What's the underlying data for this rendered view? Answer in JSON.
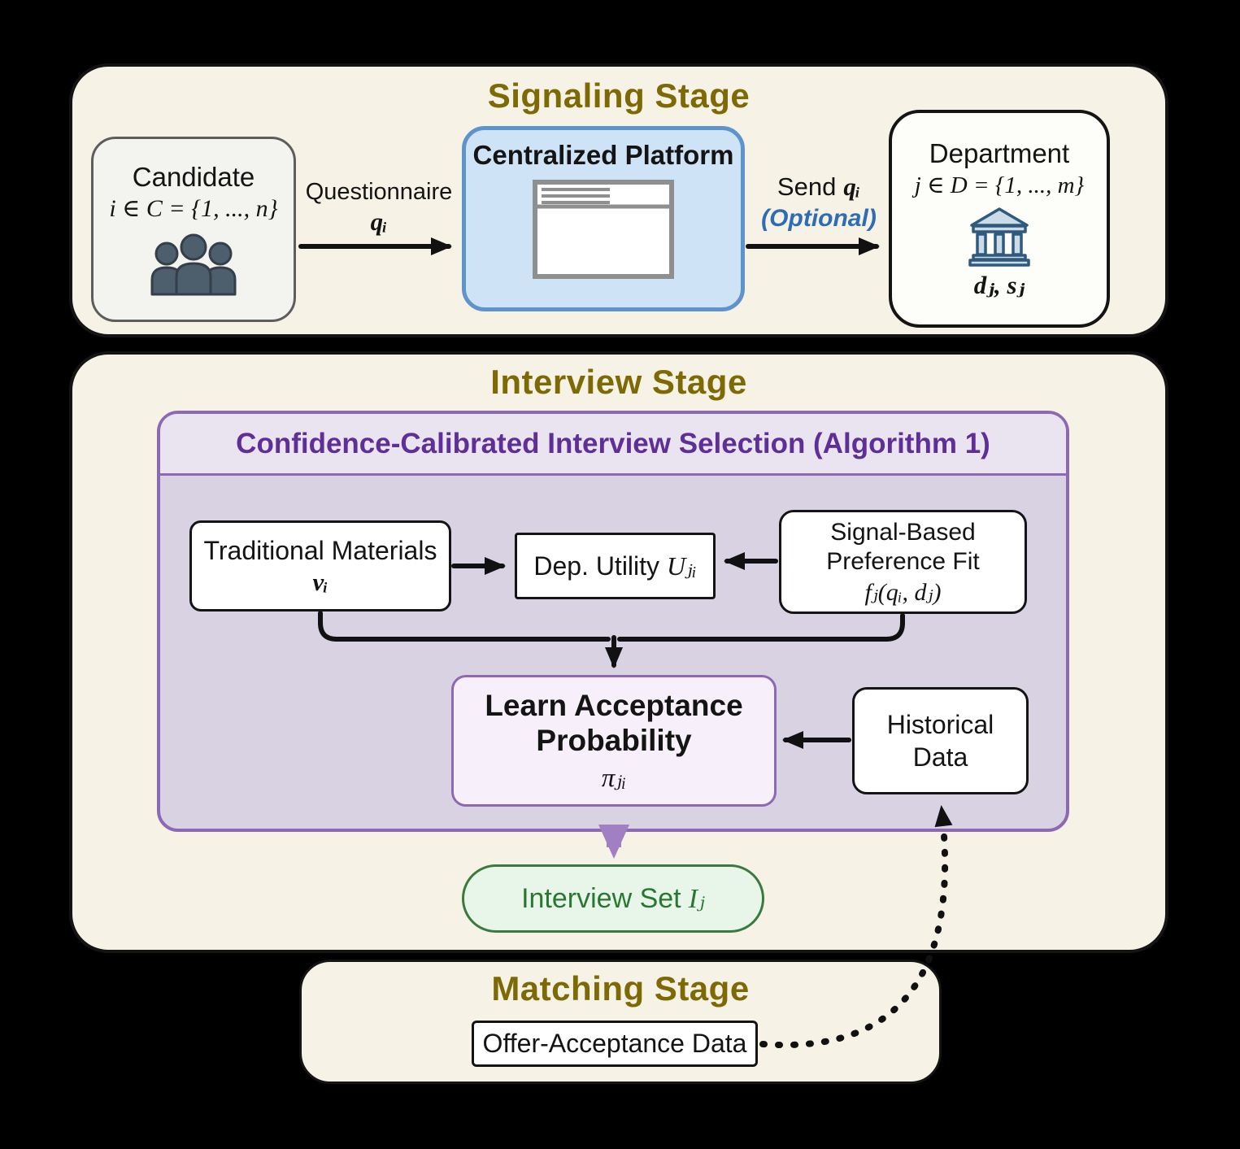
{
  "signaling": {
    "title": "Signaling Stage",
    "candidate": {
      "name": "Candidate",
      "math": "i ∈ C = {1, ..., n}"
    },
    "questionnaire": {
      "label": "Questionnaire",
      "math": "qᵢ"
    },
    "platform": {
      "title": "Centralized Platform"
    },
    "send": {
      "label": "Send",
      "math": "qᵢ",
      "optional": "(Optional)"
    },
    "department": {
      "name": "Department",
      "math": "j ∈ D = {1, ..., m}",
      "vars": "dⱼ, sⱼ"
    }
  },
  "interview": {
    "title": "Interview Stage",
    "selection": {
      "title": "Confidence-Calibrated Interview Selection (Algorithm 1)"
    },
    "traditional": {
      "label": "Traditional Materials",
      "math": "vᵢ"
    },
    "dep_utility": {
      "label": "Dep. Utility",
      "math": "Uⱼᵢ"
    },
    "signal_fit": {
      "line1": "Signal-Based",
      "line2": "Preference Fit",
      "math": "fⱼ(qᵢ, dⱼ)"
    },
    "learn": {
      "line1": "Learn Acceptance",
      "line2": "Probability",
      "math": "πⱼᵢ"
    },
    "historical": {
      "line1": "Historical",
      "line2": "Data"
    },
    "interview_set": {
      "label": "Interview Set",
      "math": "Iⱼ"
    }
  },
  "matching": {
    "title": "Matching Stage",
    "offer": {
      "label": "Offer-Acceptance Data"
    }
  },
  "icons": {
    "candidate": "people-icon",
    "platform": "browser-window-icon",
    "department": "bank-icon"
  },
  "colors": {
    "page_bg": "#000000",
    "stage_bg": "#f6f2e6",
    "stage_title": "#7d6a04",
    "platform_bg": "#cfe3f6",
    "platform_border": "#5e93cc",
    "selection_bg": "#d8d2e2",
    "selection_header_bg": "#eae4f1",
    "selection_border": "#8d68b3",
    "selection_title": "#5e2f96",
    "learn_bg": "#f7f0fa",
    "interview_set_bg": "#e8f6e9",
    "interview_set_border": "#3a7a40",
    "interview_set_text": "#2b7633",
    "optional_text": "#2e6db6",
    "arrow": "#111111",
    "purple_arrow": "#a07fc3"
  }
}
